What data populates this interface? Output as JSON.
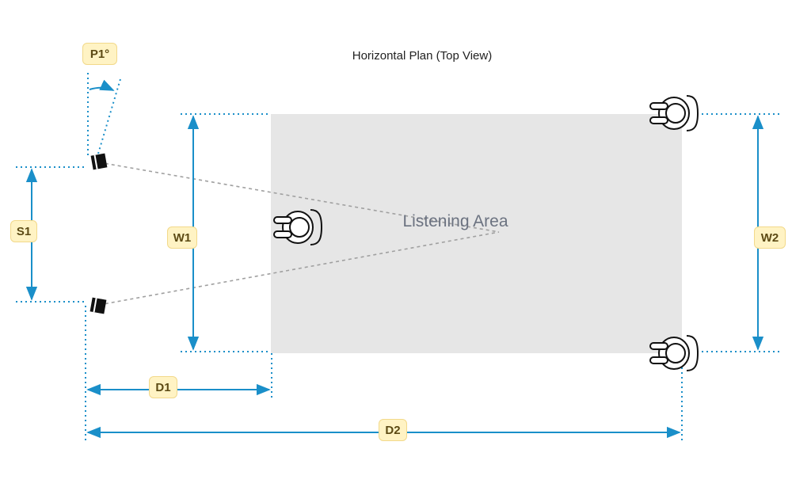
{
  "title": "Horizontal Plan (Top View)",
  "listening_area": {
    "label": "Listening Area",
    "fill": "#e6e6e6"
  },
  "dimensions": {
    "p1": "P1°",
    "s1": "S1",
    "w1": "W1",
    "w2": "W2",
    "d1": "D1",
    "d2": "D2"
  },
  "colors": {
    "dimension_line": "#1a8fc9",
    "label_bg": "#fff3c4",
    "label_border": "#f2d98a",
    "label_text": "#5c4a14",
    "sightline": "#a0a0a0",
    "speaker": "#111111"
  },
  "icons": {
    "speaker": "speaker-icon",
    "listener": "listener-top-view-icon"
  }
}
